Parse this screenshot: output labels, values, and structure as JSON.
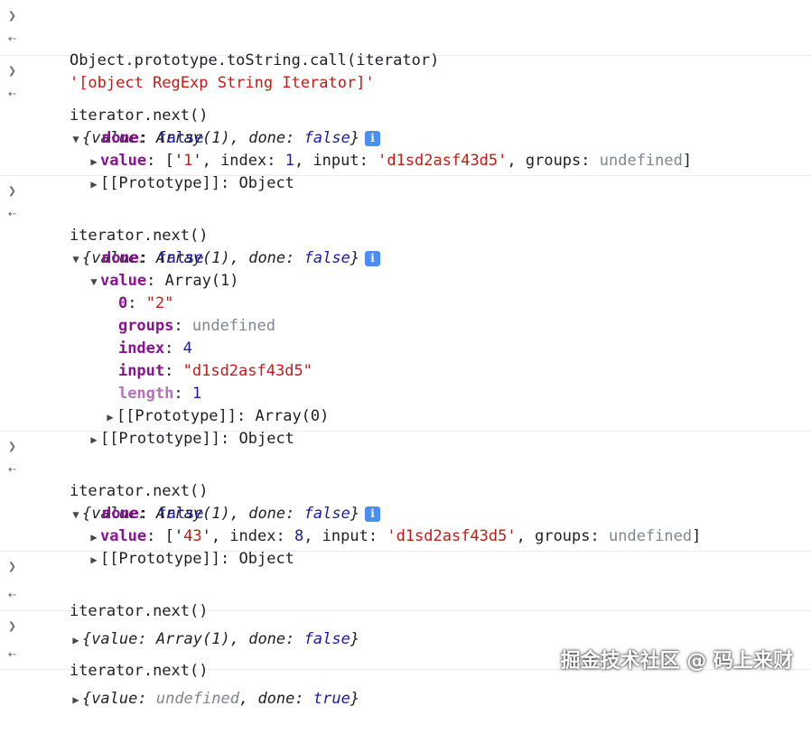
{
  "console": {
    "input_prompt_icon": "chevron-right",
    "output_prompt_icon": "return-arrow",
    "cmd1": "Object.prototype.toString.call(iterator)",
    "out1": "'[object RegExp String Iterator]'",
    "cmd_next": "iterator.next()",
    "summary_prefix": "{value: ",
    "array1": "Array(1)",
    "comma_done": ", done: ",
    "false": "false",
    "true": "true",
    "undefined": "undefined",
    "brace_close": "}",
    "info": "i",
    "done_key": "done",
    "value_key": "value",
    "proto": "[[Prototype]]",
    "object": "Object",
    "colon": ": ",
    "r1_value_preview": {
      "open": "['",
      "match": "1",
      "after_match": "', index: ",
      "index": "1",
      "input_label": ", input: ",
      "input": "'d1sd2asf43d5'",
      "groups_label": ", groups: ",
      "groups": "undefined",
      "close": "]"
    },
    "r2_expanded": {
      "value_type": "Array(1)",
      "zero_key": "0",
      "zero_val": "\"2\"",
      "groups_key": "groups",
      "groups_val": "undefined",
      "index_key": "index",
      "index_val": "4",
      "input_key": "input",
      "input_val": "\"d1sd2asf43d5\"",
      "length_key": "length",
      "length_val": "1",
      "proto_val": "Array(0)"
    },
    "r3_value_preview": {
      "open": "['",
      "match": "43",
      "after_match": "', index: ",
      "index": "8",
      "input_label": ", input: ",
      "input": "'d1sd2asf43d5'",
      "groups_label": ", groups: ",
      "groups": "undefined",
      "close": "]"
    }
  },
  "watermark": "掘金技术社区 @ 码上来财"
}
